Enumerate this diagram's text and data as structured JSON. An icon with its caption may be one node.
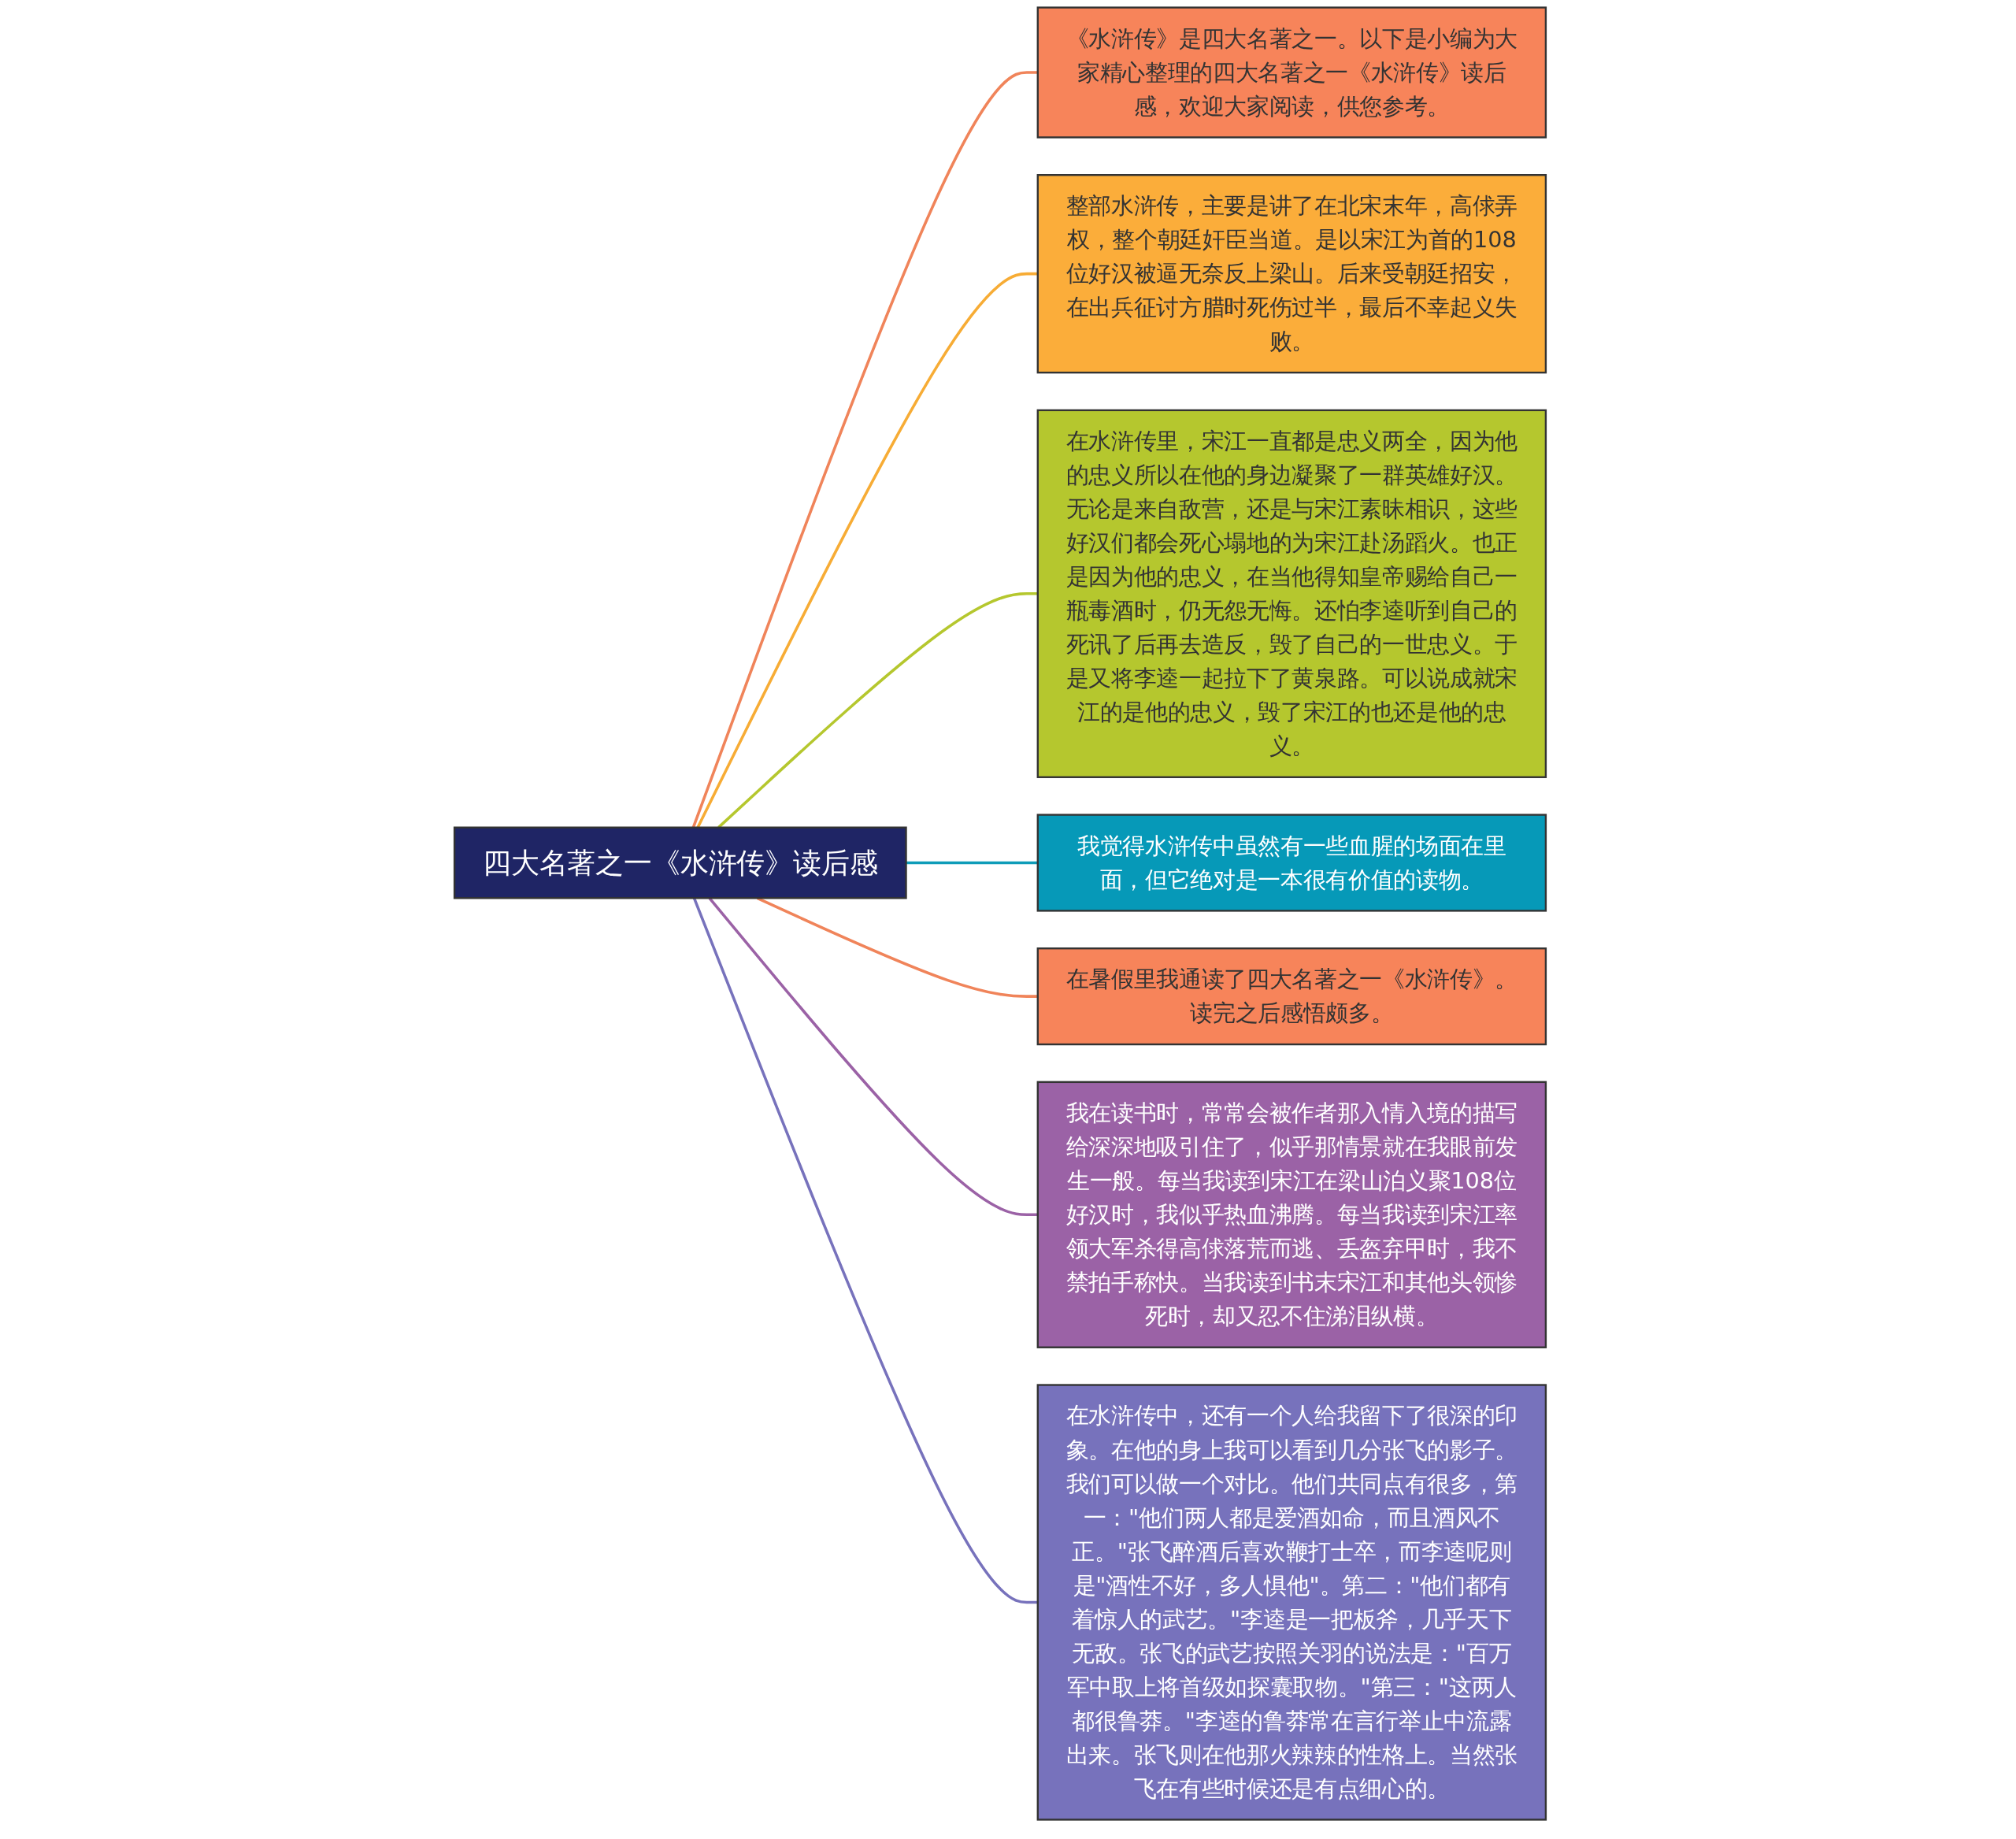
{
  "diagram": {
    "nodes": [
      {
        "text": [
          "四大名著之一《水浒传》读后感"
        ]
      },
      {
        "text": [
          "《水浒传》是四大名著之一。以下是小编为大家精心整理的四大名著之一《水浒传》读后感，欢迎大家阅读，供您参考。"
        ]
      },
      {
        "text": [
          "整部水浒传，主要是讲了在北宋末年，高俅弄权，整个朝廷奸臣当道。是以宋江为首的108位好汉被逼无奈反上梁山。后来受朝廷招安，在出兵征讨方腊时死伤过半，最后不幸起义失败。"
        ]
      },
      {
        "text": [
          "在水浒传里，宋江一直都是忠义两全，因为他的忠义所以在他的身边凝聚了一群英雄好汉。无论是来自敌营，还是与宋江素昧相识，这些好汉们都会死心塌地的为宋江赴汤蹈火。也正是因为他的忠义，在当他得知皇帝赐给自己一瓶毒酒时，仍无怨无悔。还怕李逵听到自己的死讯了后再去造反，毁了自己的一世忠义。于是又将李逵一起拉下了黄泉路。可以说成就宋江的是他的忠义，毁了宋江的也还是他的忠义。"
        ]
      },
      {
        "text": [
          "我觉得水浒传中虽然有一些血腥的场面在里面，但它绝对是一本很有价值的读物。"
        ]
      },
      {
        "text": [
          "在暑假里我通读了四大名著之一《水浒传》。读完之后感悟颇多。"
        ]
      },
      {
        "text": [
          "我在读书时，常常会被作者那入情入境的描写给深深地吸引住了，似乎那情景就在我眼前发生一般。每当我读到宋江在梁山泊义聚108位好汉时，我似乎热血沸腾。每当我读到宋江率领大军杀得高俅落荒而逃、丢盔弃甲时，我不禁拍手称快。当我读到书末宋江和其他头领惨死时，却又忍不住涕泪纵横。"
        ]
      },
      {
        "text": [
          "在水浒传中，还有一个人给我留下了很深的印象。在他的身上我可以看到几分张飞的影子。我们可以做一个对比。他们共同点有很多，第一：\"他们两人都是爱酒如命，而且酒风不正。\"张飞醉酒后喜欢鞭打士卒，而李逵呢则是\"酒性不好，多人惧他\"。第二：\"他们都有着惊人的武艺。\"李逵是一把板斧，几乎天下无敌。张飞的武艺按照关羽的说法是：\"百万军中取上将首级如探囊取物。\"第三：\"这两人都很鲁莽。\"李逵的鲁莽常在言行举止中流露出来。张飞则在他那火辣辣的性格上。当然张飞在有些时候还是有点细心的。"
        ]
      }
    ],
    "edges": [
      {
        "from": 0,
        "to": 1,
        "arrow": "none",
        "color": "#f0845a"
      },
      {
        "from": 0,
        "to": 2,
        "arrow": "none",
        "color": "#f7ac35"
      },
      {
        "from": 0,
        "to": 3,
        "arrow": "none",
        "color": "#b5c72e"
      },
      {
        "from": 0,
        "to": 4,
        "arrow": "none",
        "color": "#0e9cb8"
      },
      {
        "from": 0,
        "to": 5,
        "arrow": "none",
        "color": "#f0845a"
      },
      {
        "from": 0,
        "to": 6,
        "arrow": "none",
        "color": "#9b62a6"
      },
      {
        "from": 0,
        "to": 7,
        "arrow": "none",
        "color": "#7772bc"
      }
    ]
  }
}
